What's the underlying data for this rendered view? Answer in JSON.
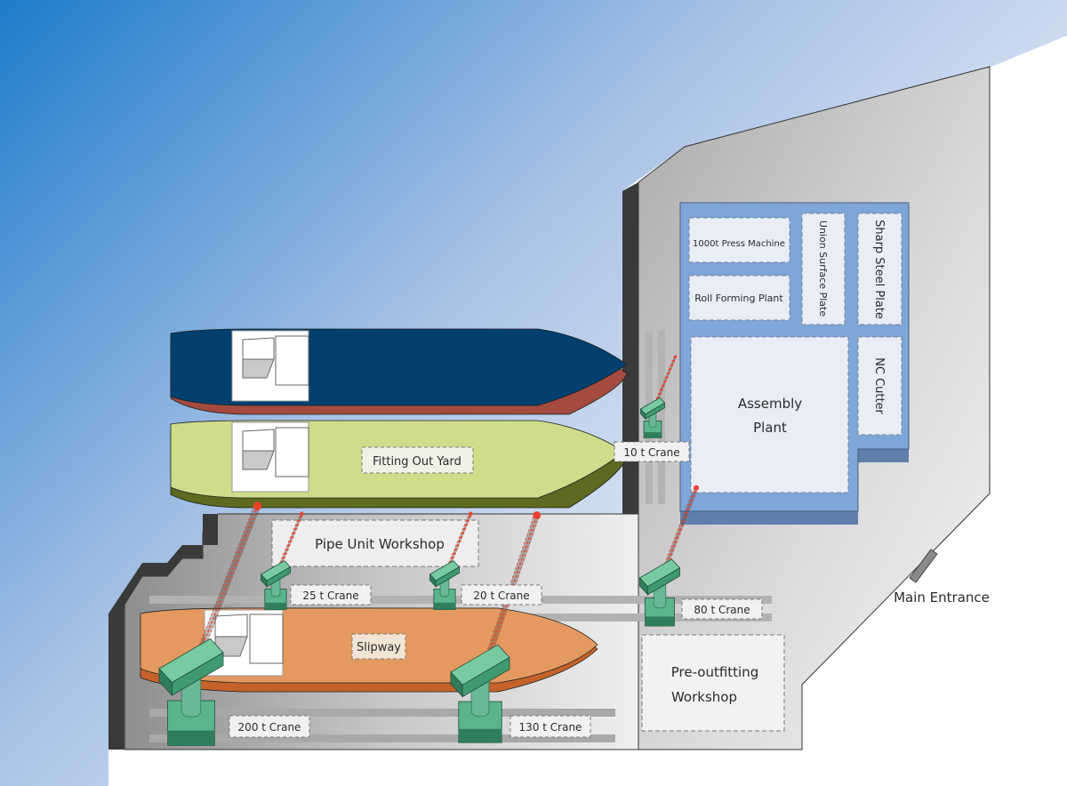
{
  "diagram": {
    "type": "shipyard-layout",
    "colors": {
      "sky_top_left": "#1e7ccb",
      "sky_light": "#d6e2f2",
      "ground_light": "#eeeeee",
      "ground_dark": "#8f8f8f",
      "wall_dark": "#3a3a3a",
      "plant_blue": "#7ea6d8",
      "plant_blue_side": "#5f7fac",
      "room_fill": "#e8edf6",
      "ship_blue": "#003f6e",
      "ship_blue_hull": "#a44a3f",
      "ship_green": "#cfdc8a",
      "ship_green_hull": "#5d6a1f",
      "ship_orange": "#e3995f",
      "ship_orange_hull": "#c4622a",
      "crane_green": "#5bb58a",
      "crane_green_dark": "#2f7d5a",
      "crane_boom_red": "#e8432b",
      "label_fill": "#f1f1f1"
    },
    "facilities": {
      "press_machine": "1000t Press Machine",
      "roll_forming": "Roll Forming Plant",
      "union_surface": "Union Surface Plate",
      "sharp_steel": "Sharp Steel Plate",
      "assembly_line1": "Assembly",
      "assembly_line2": "Plant",
      "nc_cutter": "NC Cutter",
      "fitting_out_yard": "Fitting Out Yard",
      "pipe_unit_workshop": "Pipe Unit Workshop",
      "slipway": "Slipway",
      "preoutfitting_line1": "Pre-outfitting",
      "preoutfitting_line2": "Workshop",
      "main_entrance": "Main Entrance"
    },
    "cranes": {
      "c10": "10 t  Crane",
      "c25": "25 t  Crane",
      "c20": "20 t  Crane",
      "c80": "80 t  Crane",
      "c200": "200 t  Crane",
      "c130": "130 t  Crane"
    }
  }
}
